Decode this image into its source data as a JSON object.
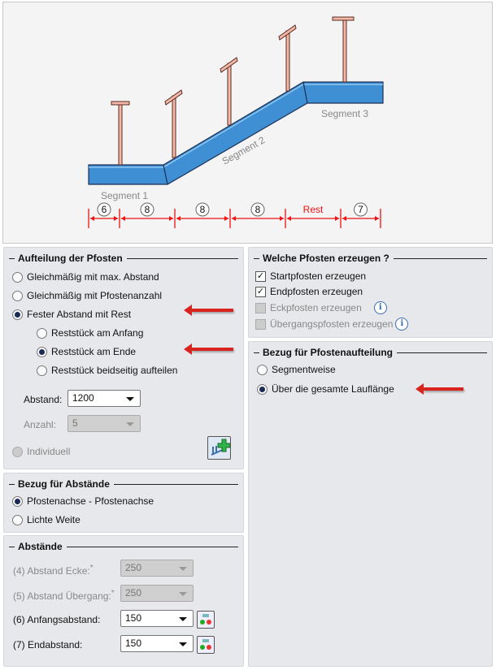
{
  "diagram": {
    "segment1": "Segment 1",
    "segment2": "Segment 2",
    "segment3": "Segment 3",
    "dims": [
      "6",
      "8",
      "8",
      "8",
      "Rest",
      "7"
    ]
  },
  "aufteilung": {
    "title": "Aufteilung der Pfosten",
    "options": [
      "Gleichmäßig mit max. Abstand",
      "Gleichmäßig mit Pfostenanzahl",
      "Fester Abstand mit Rest"
    ],
    "sub": [
      "Reststück am Anfang",
      "Reststück am Ende",
      "Reststück beidseitig aufteilen"
    ],
    "abstand_label": "Abstand:",
    "abstand_value": "1200",
    "anzahl_label": "Anzahl:",
    "anzahl_value": "5",
    "individuell": "Individuell"
  },
  "bezug_abstaende": {
    "title": "Bezug für Abstände",
    "options": [
      "Pfostenachse - Pfostenachse",
      "Lichte Weite"
    ]
  },
  "abstaende": {
    "title": "Abstände",
    "rows": [
      {
        "label": "(4) Abstand Ecke:",
        "star": "*",
        "value": "250"
      },
      {
        "label": "(5) Abstand Übergang:",
        "star": "*",
        "value": "250"
      },
      {
        "label": "(6) Anfangsabstand:",
        "value": "150"
      },
      {
        "label": "(7) Endabstand:",
        "value": "150"
      }
    ]
  },
  "welche": {
    "title": "Welche Pfosten erzeugen ?",
    "items": [
      "Startpfosten erzeugen",
      "Endpfosten erzeugen",
      "Eckpfosten erzeugen",
      "Übergangspfosten erzeugen"
    ],
    "info": "i",
    "check": "✓"
  },
  "bezug_auf": {
    "title": "Bezug für Pfostenaufteilung",
    "options": [
      "Segmentweise",
      "Über die gesamte Lauflänge"
    ]
  }
}
